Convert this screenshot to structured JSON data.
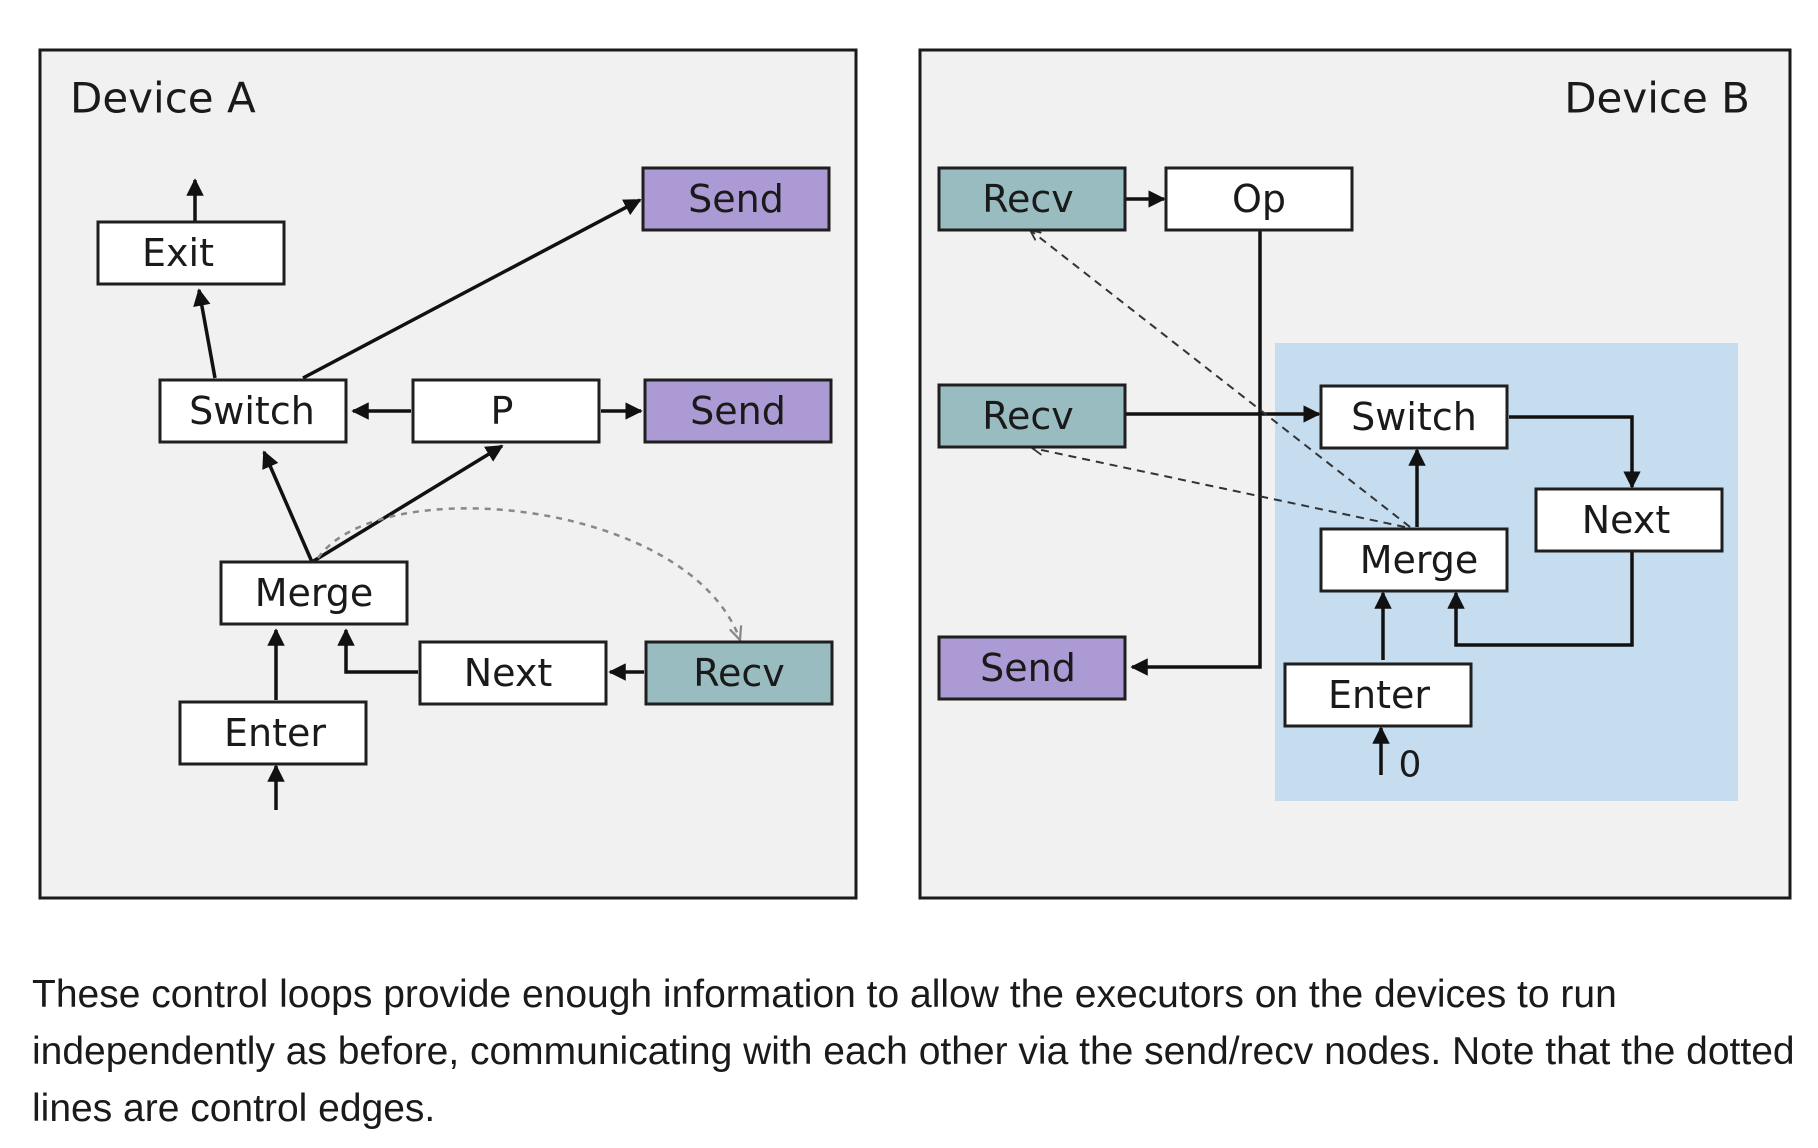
{
  "devices": {
    "a": {
      "title": "Device A"
    },
    "b": {
      "title": "Device B"
    }
  },
  "node_colors": {
    "plain": "#ffffff",
    "send": "#ac9ad4",
    "recv": "#99bcc1",
    "loop_region": "#c6dcef"
  },
  "nodes": {
    "a_send_top": {
      "label": "Send",
      "kind": "send"
    },
    "a_exit": {
      "label": "Exit",
      "kind": "plain"
    },
    "a_switch": {
      "label": "Switch",
      "kind": "plain"
    },
    "a_p": {
      "label": "P",
      "kind": "plain"
    },
    "a_send_mid": {
      "label": "Send",
      "kind": "send"
    },
    "a_merge": {
      "label": "Merge",
      "kind": "plain"
    },
    "a_next": {
      "label": "Next",
      "kind": "plain"
    },
    "a_recv": {
      "label": "Recv",
      "kind": "recv"
    },
    "a_enter": {
      "label": "Enter",
      "kind": "plain"
    },
    "b_recv_top": {
      "label": "Recv",
      "kind": "recv"
    },
    "b_op": {
      "label": "Op",
      "kind": "plain"
    },
    "b_recv_mid": {
      "label": "Recv",
      "kind": "recv"
    },
    "b_switch": {
      "label": "Switch",
      "kind": "plain"
    },
    "b_next": {
      "label": "Next",
      "kind": "plain"
    },
    "b_merge": {
      "label": "Merge",
      "kind": "plain"
    },
    "b_send": {
      "label": "Send",
      "kind": "send"
    },
    "b_enter": {
      "label": "Enter",
      "kind": "plain"
    }
  },
  "initial_value": "0",
  "caption": "These control loops provide enough information to allow the executors on the devices to run independently as before, communicating with each other via the send/recv nodes. Note that the dotted lines are control edges."
}
